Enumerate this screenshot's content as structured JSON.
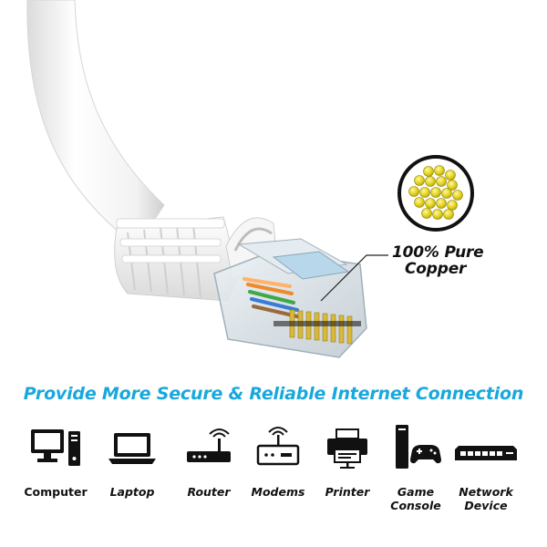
{
  "callout": {
    "line1": "100% Pure",
    "line2": "Copper"
  },
  "tagline": "Provide More Secure & Reliable Internet Connection",
  "devices": [
    {
      "icon": "computer-icon",
      "label": "Computer"
    },
    {
      "icon": "laptop-icon",
      "label": "Laptop"
    },
    {
      "icon": "router-icon",
      "label": "Router"
    },
    {
      "icon": "modem-icon",
      "label": "Modems"
    },
    {
      "icon": "printer-icon",
      "label": "Printer"
    },
    {
      "icon": "game-console-icon",
      "label": "Game\nConsole"
    },
    {
      "icon": "network-device-icon",
      "label": "Network\nDevice"
    }
  ],
  "colors": {
    "accent": "#18a8dd",
    "copper": "#e2d21c",
    "cable": "#ffffff",
    "text": "#111111"
  }
}
